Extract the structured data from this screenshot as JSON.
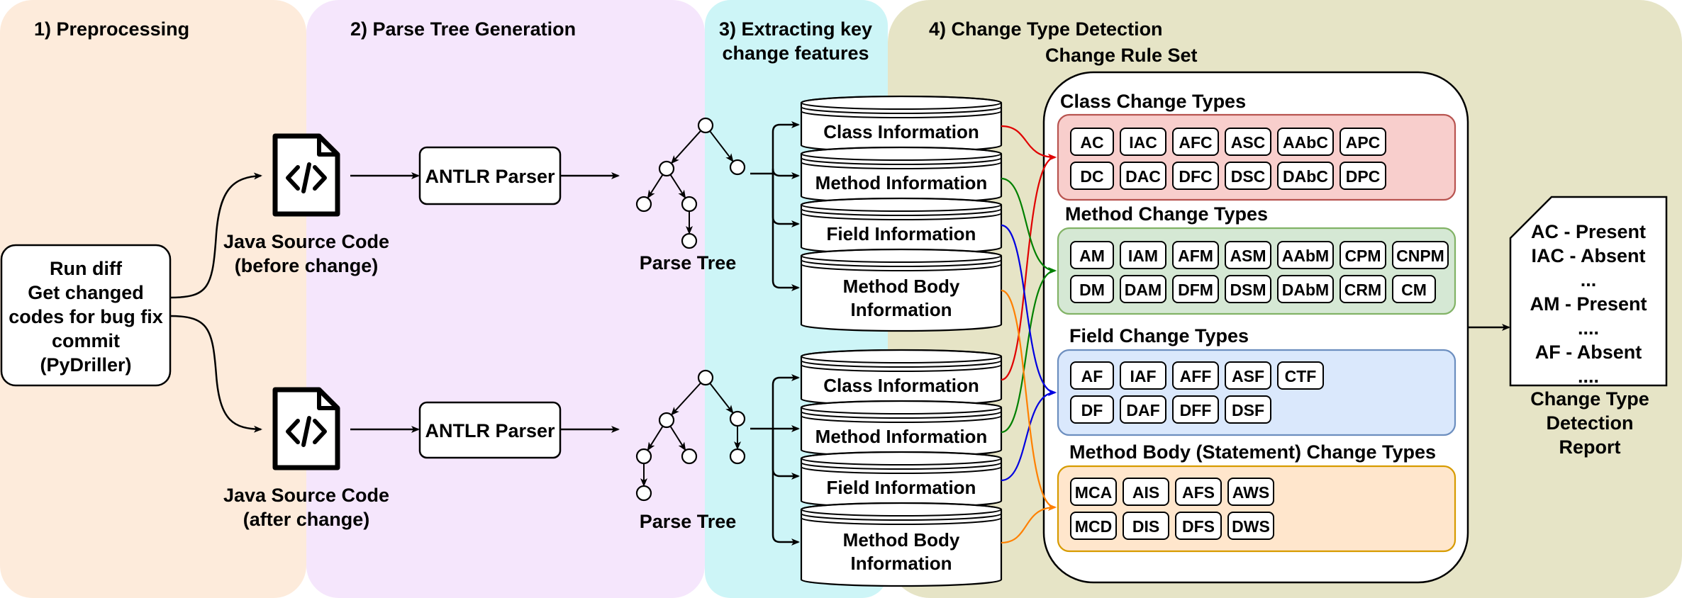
{
  "stages": {
    "preprocessing": "1) Preprocessing",
    "parse_tree_generation": "2) Parse Tree Generation",
    "extracting_line1": "3) Extracting key",
    "extracting_line2": "change features",
    "change_type_detection": "4) Change Type Detection"
  },
  "rule_set_title": "Change Rule Set",
  "run_diff": {
    "lines": [
      "Run diff",
      "Get changed",
      "codes for bug fix",
      "commit",
      "(PyDriller)"
    ]
  },
  "sources": {
    "before": [
      "Java Source Code",
      "(before change)"
    ],
    "after": [
      "Java Source Code",
      "(after change)"
    ]
  },
  "parser_label": "ANTLR Parser",
  "parse_tree_label": "Parse Tree",
  "databases": {
    "class": "Class Information",
    "method": "Method Information",
    "field": "Field Information",
    "body_line1": "Method Body",
    "body_line2": "Information"
  },
  "groups": {
    "class": {
      "title": "Class Change Types",
      "color": "#f8cecc",
      "edge": "#b85450",
      "rows": [
        [
          "AC",
          "IAC",
          "AFC",
          "ASC",
          "AAbC",
          "APC"
        ],
        [
          "DC",
          "DAC",
          "DFC",
          "DSC",
          "DAbC",
          "DPC"
        ]
      ]
    },
    "method": {
      "title": "Method Change Types",
      "color": "#d5e8d4",
      "edge": "#82b366",
      "rows": [
        [
          "AM",
          "IAM",
          "AFM",
          "ASM",
          "AAbM",
          "CPM",
          "CNPM"
        ],
        [
          "DM",
          "DAM",
          "DFM",
          "DSM",
          "DAbM",
          "CRM",
          "CM"
        ]
      ]
    },
    "field": {
      "title": "Field Change Types",
      "color": "#dae8fc",
      "edge": "#6c8ebf",
      "rows": [
        [
          "AF",
          "IAF",
          "AFF",
          "ASF",
          "CTF"
        ],
        [
          "DF",
          "DAF",
          "DFF",
          "DSF"
        ]
      ]
    },
    "body": {
      "title": "Method Body (Statement) Change Types",
      "color": "#ffe6cc",
      "edge": "#d79b00",
      "rows": [
        [
          "MCA",
          "AIS",
          "AFS",
          "AWS"
        ],
        [
          "MCD",
          "DIS",
          "DFS",
          "DWS"
        ]
      ]
    }
  },
  "report": {
    "lines": [
      "AC - Present",
      "IAC - Absent",
      "...",
      "AM - Present",
      "....",
      "AF - Absent",
      "...."
    ],
    "caption": [
      "Change Type",
      "Detection",
      "Report"
    ]
  },
  "colors": {
    "stage1": "#fdebdb",
    "stage2": "#f5e6fc",
    "stage3": "#cdf5f7",
    "stage4": "#e6e4c6",
    "class_link": "#e00000",
    "method_link": "#008000",
    "field_link": "#0000e0",
    "body_link": "#ff8000"
  }
}
